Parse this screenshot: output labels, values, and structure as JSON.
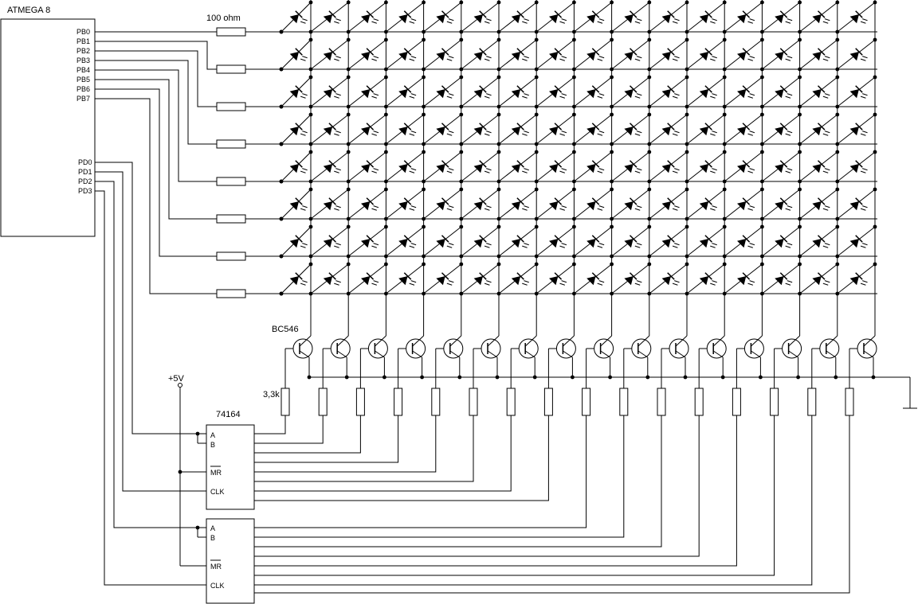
{
  "mcu": {
    "name": "ATMEGA 8",
    "portb_pins": [
      "PB0",
      "PB1",
      "PB2",
      "PB3",
      "PB4",
      "PB5",
      "PB6",
      "PB7"
    ],
    "portd_pins": [
      "PD0",
      "PD1",
      "PD2",
      "PD3"
    ]
  },
  "row_resistor_label": "100 ohm",
  "led_matrix": {
    "rows": 8,
    "columns": 16
  },
  "transistor_label": "BC546",
  "base_resistor_label": "3,3k",
  "supply_label": "+5V",
  "shift_register": {
    "part": "74164",
    "pins": {
      "a": "A",
      "b": "B",
      "mr": "MR",
      "clk": "CLK"
    }
  }
}
